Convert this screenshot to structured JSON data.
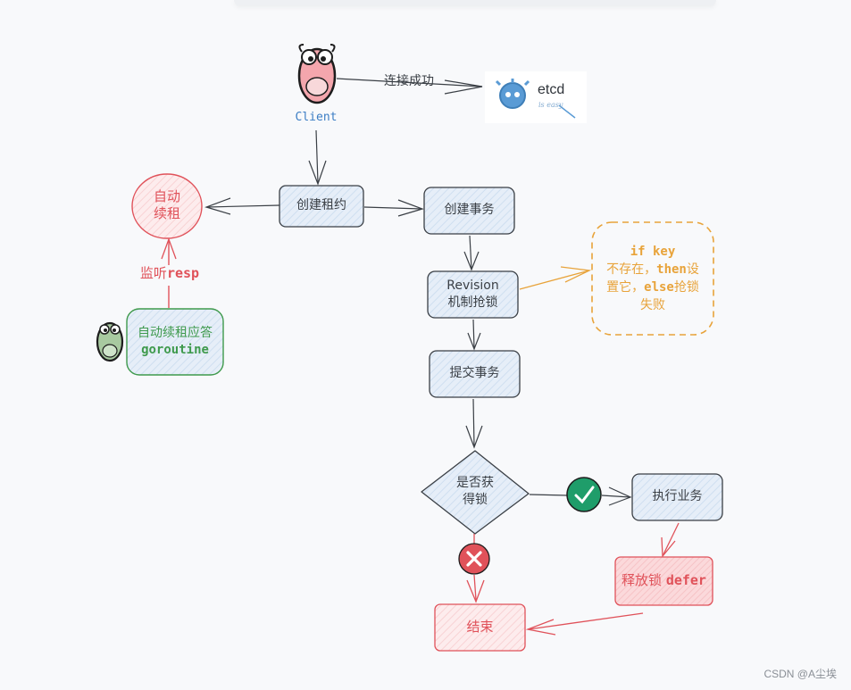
{
  "nodes": {
    "client": "Client",
    "connect_edge": "连接成功",
    "etcd_logo": "etcd",
    "etcd_tagline": "is easy",
    "create_lease": "创建租约",
    "auto_renew_1": "自动",
    "auto_renew_2": "续租",
    "listen_prefix": "监听",
    "listen_suffix": "resp",
    "goroutine_1": "自动续租应答",
    "goroutine_2": "goroutine",
    "create_txn": "创建事务",
    "revision_1": "Revision",
    "revision_2": "机制抢锁",
    "note_1": "if key",
    "note_2a": "不存在，",
    "note_2b": "then",
    "note_2c": "设",
    "note_3a": "置它，",
    "note_3b": "else",
    "note_3c": "抢锁",
    "note_4": "失败",
    "commit_txn": "提交事务",
    "decision_1": "是否获",
    "decision_2": "得锁",
    "do_business": "执行业务",
    "release_1": "释放锁 ",
    "release_2": "defer",
    "end": "结束"
  },
  "watermark": "CSDN @A尘埃",
  "colors": {
    "box_stroke": "#3a3f45",
    "box_fill": "#dfeaf6",
    "red": "#e0525a",
    "red_fill": "#fbe3e4",
    "green": "#3f9a4d",
    "orange": "#e8a33a",
    "blue": "#3b7dc4",
    "check": "#1f9d6a"
  }
}
